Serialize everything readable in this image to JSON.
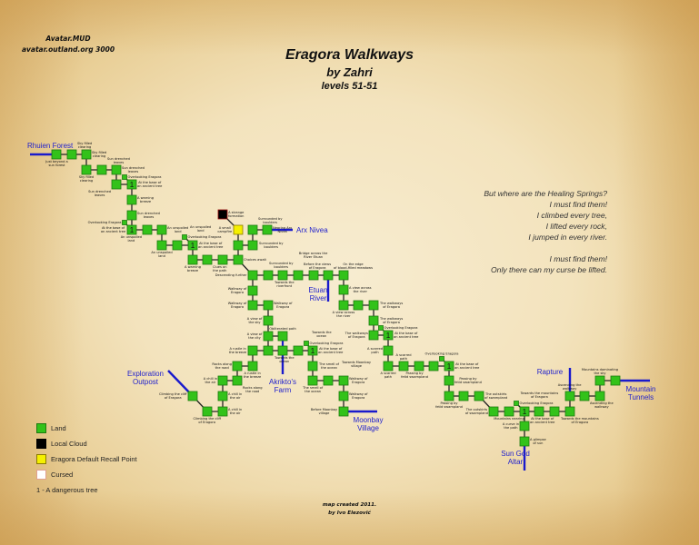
{
  "header": {
    "server_name": "Avatar.MUD",
    "server_address": "avatar.outland.org 3000"
  },
  "title": {
    "area": "Eragora Walkways",
    "author": "by Zahri",
    "levels": "levels 51-51"
  },
  "poem": [
    "But where are the Healing Springs?",
    "I must find them!",
    "I climbed every tree,",
    "I lifted every rock,",
    "I jumped in every river.",
    "",
    "I must find them!",
    "Only there can my curse be lifted."
  ],
  "legend": [
    {
      "label": "Land",
      "color": "#33c21a"
    },
    {
      "label": "Local Cloud",
      "color": "#000000"
    },
    {
      "label": "Eragora Default Recall Point",
      "color": "#f5f000"
    },
    {
      "label": "Cursed",
      "color": "#ffffff"
    }
  ],
  "legend_note": "1 - A dangerous tree",
  "tree_marker": "1",
  "credit": {
    "line1": "map created 2011.",
    "line2": "by Ivo Elezović"
  },
  "colors": {
    "land": "#33c21a",
    "exit": "#1a1acc",
    "path": "#222222"
  },
  "exits": [
    "Rhuien Forest",
    "Arx Nivea",
    "Etuan River",
    "Akrikto's Farm",
    "Moonbay Village",
    "Exploration Outpost",
    "Rapture",
    "Mountain Tunnels",
    "Sun God Altar"
  ],
  "rooms": [
    "Just beyond a sun forest",
    "Sky filled clearing",
    "Sky filled clearing",
    "Sky filled clearing",
    "Sun drenched leaves",
    "Sun drenched leaves",
    "Sun drenched leaves",
    "At the base of an ancient tree",
    "Overlooking Eragora",
    "A warning breeze",
    "Sun drenched leaves",
    "At the base of an ancient tree",
    "Overlooking Eragora",
    "An unspoiled land",
    "An unspoiled land",
    "An unspoiled land",
    "An unspoiled land",
    "At the base of an ancient tree",
    "Overlooking Eragora",
    "A warning breeze",
    "Clues on the path",
    "Choices await",
    "Surrounded by boulders",
    "A small campfire",
    "A strange formation",
    "Surrounded by boulders",
    "Nearing Arx Nivea",
    "Surrounded by boulders",
    "Descending further",
    "Towards the riverfront",
    "Before the views of Eragora",
    "Bridge across the River Etuan",
    "On the edge of blood-filled meadows",
    "Walkway of Eragora",
    "Walkway of Eragora",
    "Walkway of Eragora",
    "A view of the sky",
    "A view of the city",
    "Obliterated path",
    "A rustle in the breeze",
    "Towards the ocean",
    "Towards the ocean",
    "At the base of an ancient tree",
    "Overlooking Eragora",
    "The smell of the ocean",
    "The smell of the ocean",
    "Towards Moonbay village",
    "Walkway of Eragora",
    "Walkway of Eragora",
    "Before Moonbay village",
    "A rustle in the breeze",
    "Rocks along the road",
    "Rocks along the road",
    "A chill in the air",
    "A chill in the air",
    "A chill in the air",
    "Climbing the cliff of Eragora",
    "Climbing the cliff of Eragora",
    "A view across the river",
    "A view across the river",
    "The walkways of Eragora",
    "The walkways of Eragora",
    "The walkways of Eragora",
    "At the base of an ancient tree",
    "Overlooking Eragora",
    "A scarred path",
    "A scarred path",
    "A scarred path",
    "Passing by fetid swampland",
    "At the base of an ancient tree",
    "Overlooking Eragora",
    "Passing by fetid swampland",
    "Passing by fetid swampland",
    "The outskirts of swampland",
    "The outskirts of swampland",
    "Mountains nearing",
    "At the base of an ancient tree",
    "Overlooking Eragora",
    "Towards the mountains of Eragora",
    "Towards the mountains of Eragora",
    "Ascending the walkway",
    "Ascending the walkway",
    "Mountains dominating the sky",
    "A curve in the path",
    "A glimpse of sun"
  ]
}
